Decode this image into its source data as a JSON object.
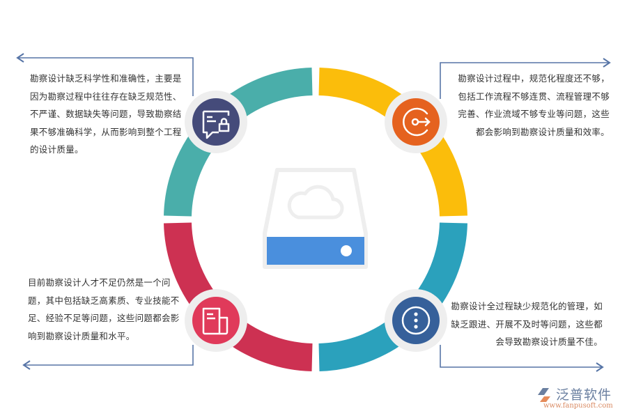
{
  "diagram": {
    "center_icon": "cloud-storage-drive-icon",
    "segments": [
      {
        "position": "top-left",
        "color": "#4aaeaa",
        "icon": "chat-lock-icon",
        "icon_bg": "#454b7a",
        "text": "勘察设计缺乏科学性和准确性，主要是因为勘察过程中往往存在缺乏规范性、不严谨、数据缺失等问题，导致勘察结果不够准确科学，从而影响到整个工程的设计质量。"
      },
      {
        "position": "top-right",
        "color": "#fbbd0b",
        "icon": "key-exit-icon",
        "icon_bg": "#e5621f",
        "text": "勘察设计过程中，规范化程度还不够，包括工作流程不够连贯、流程管理不够完善、作业流域不够专业等问题，这些都会影响到勘察设计质量和效率。"
      },
      {
        "position": "bottom-left",
        "color": "#cd3152",
        "icon": "document-icon",
        "icon_bg": "#e03a5a",
        "text": "目前勘察设计人才不足仍然是一个问题，其中包括缺乏高素质、专业技能不足、经验不足等问题，这些问题都会影响到勘察设计质量和水平。"
      },
      {
        "position": "bottom-right",
        "color": "#2ba1bc",
        "icon": "more-vertical-circle-icon",
        "icon_bg": "#36609a",
        "text": "勘察设计全过程缺少规范化的管理，如缺乏跟进、开展不及时等问题，这些都会导致勘察设计质量不佳。"
      }
    ],
    "connector_color": "#5674a6",
    "icon_ring_color": "#eeeeee"
  },
  "logo": {
    "name": "泛普软件",
    "url": "www.fanpusoft.com"
  }
}
